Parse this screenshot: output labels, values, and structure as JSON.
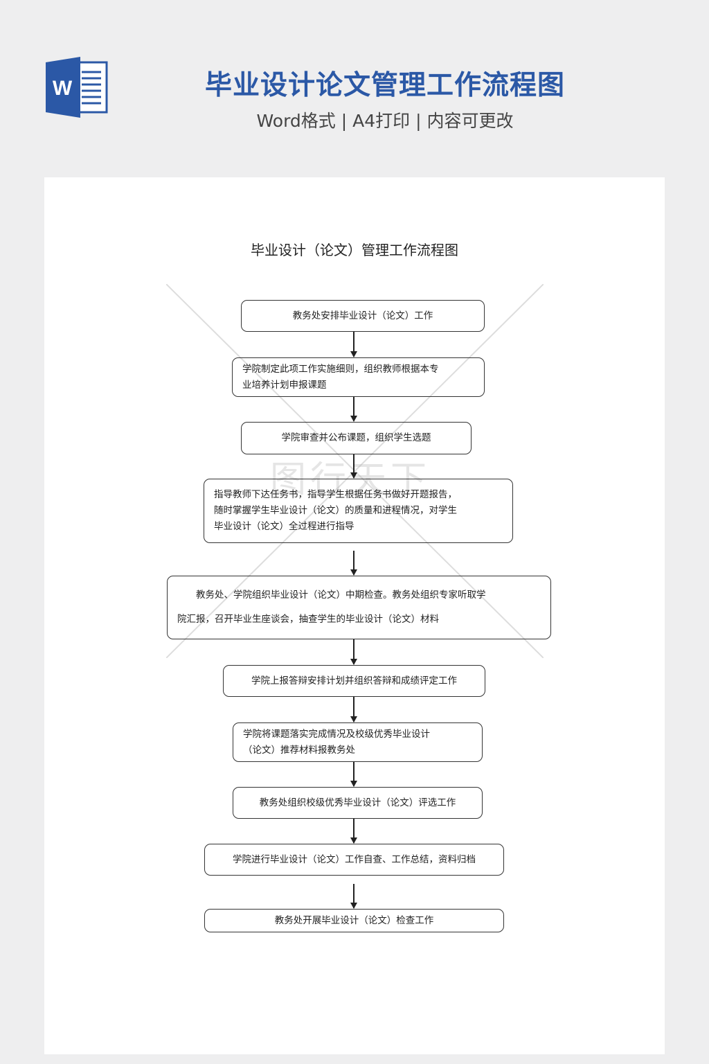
{
  "header": {
    "icon_letter": "W",
    "title": "毕业设计论文管理工作流程图",
    "subtitle": "Word格式 | A4打印 | 内容可更改"
  },
  "document": {
    "title": "毕业设计（论文）管理工作流程图",
    "watermark": "图行天下",
    "steps": [
      {
        "lines": [
          "教务处安排毕业设计（论文）工作"
        ]
      },
      {
        "lines": [
          "学院制定此项工作实施细则，组织教师根据本专",
          "业培养计划申报课题"
        ]
      },
      {
        "lines": [
          "学院审查并公布课题，组织学生选题"
        ]
      },
      {
        "lines": [
          "指导教师下达任务书，指导学生根据任务书做好开题报告，",
          "随时掌握学生毕业设计（论文）的质量和进程情况，对学生",
          "毕业设计（论文）全过程进行指导"
        ]
      },
      {
        "lines": [
          "　　教务处、学院组织毕业设计（论文）中期检查。教务处组织专家听取学",
          "院汇报，召开毕业生座谈会，抽查学生的毕业设计（论文）材料"
        ]
      },
      {
        "lines": [
          "学院上报答辩安排计划并组织答辩和成绩评定工作"
        ]
      },
      {
        "lines": [
          "学院将课题落实完成情况及校级优秀毕业设计",
          "（论文）推荐材料报教务处"
        ]
      },
      {
        "lines": [
          "教务处组织校级优秀毕业设计（论文）评选工作"
        ]
      },
      {
        "lines": [
          "学院进行毕业设计（论文）工作自查、工作总结，资料归档"
        ]
      },
      {
        "lines": [
          "教务处开展毕业设计（论文）检查工作"
        ]
      }
    ]
  }
}
